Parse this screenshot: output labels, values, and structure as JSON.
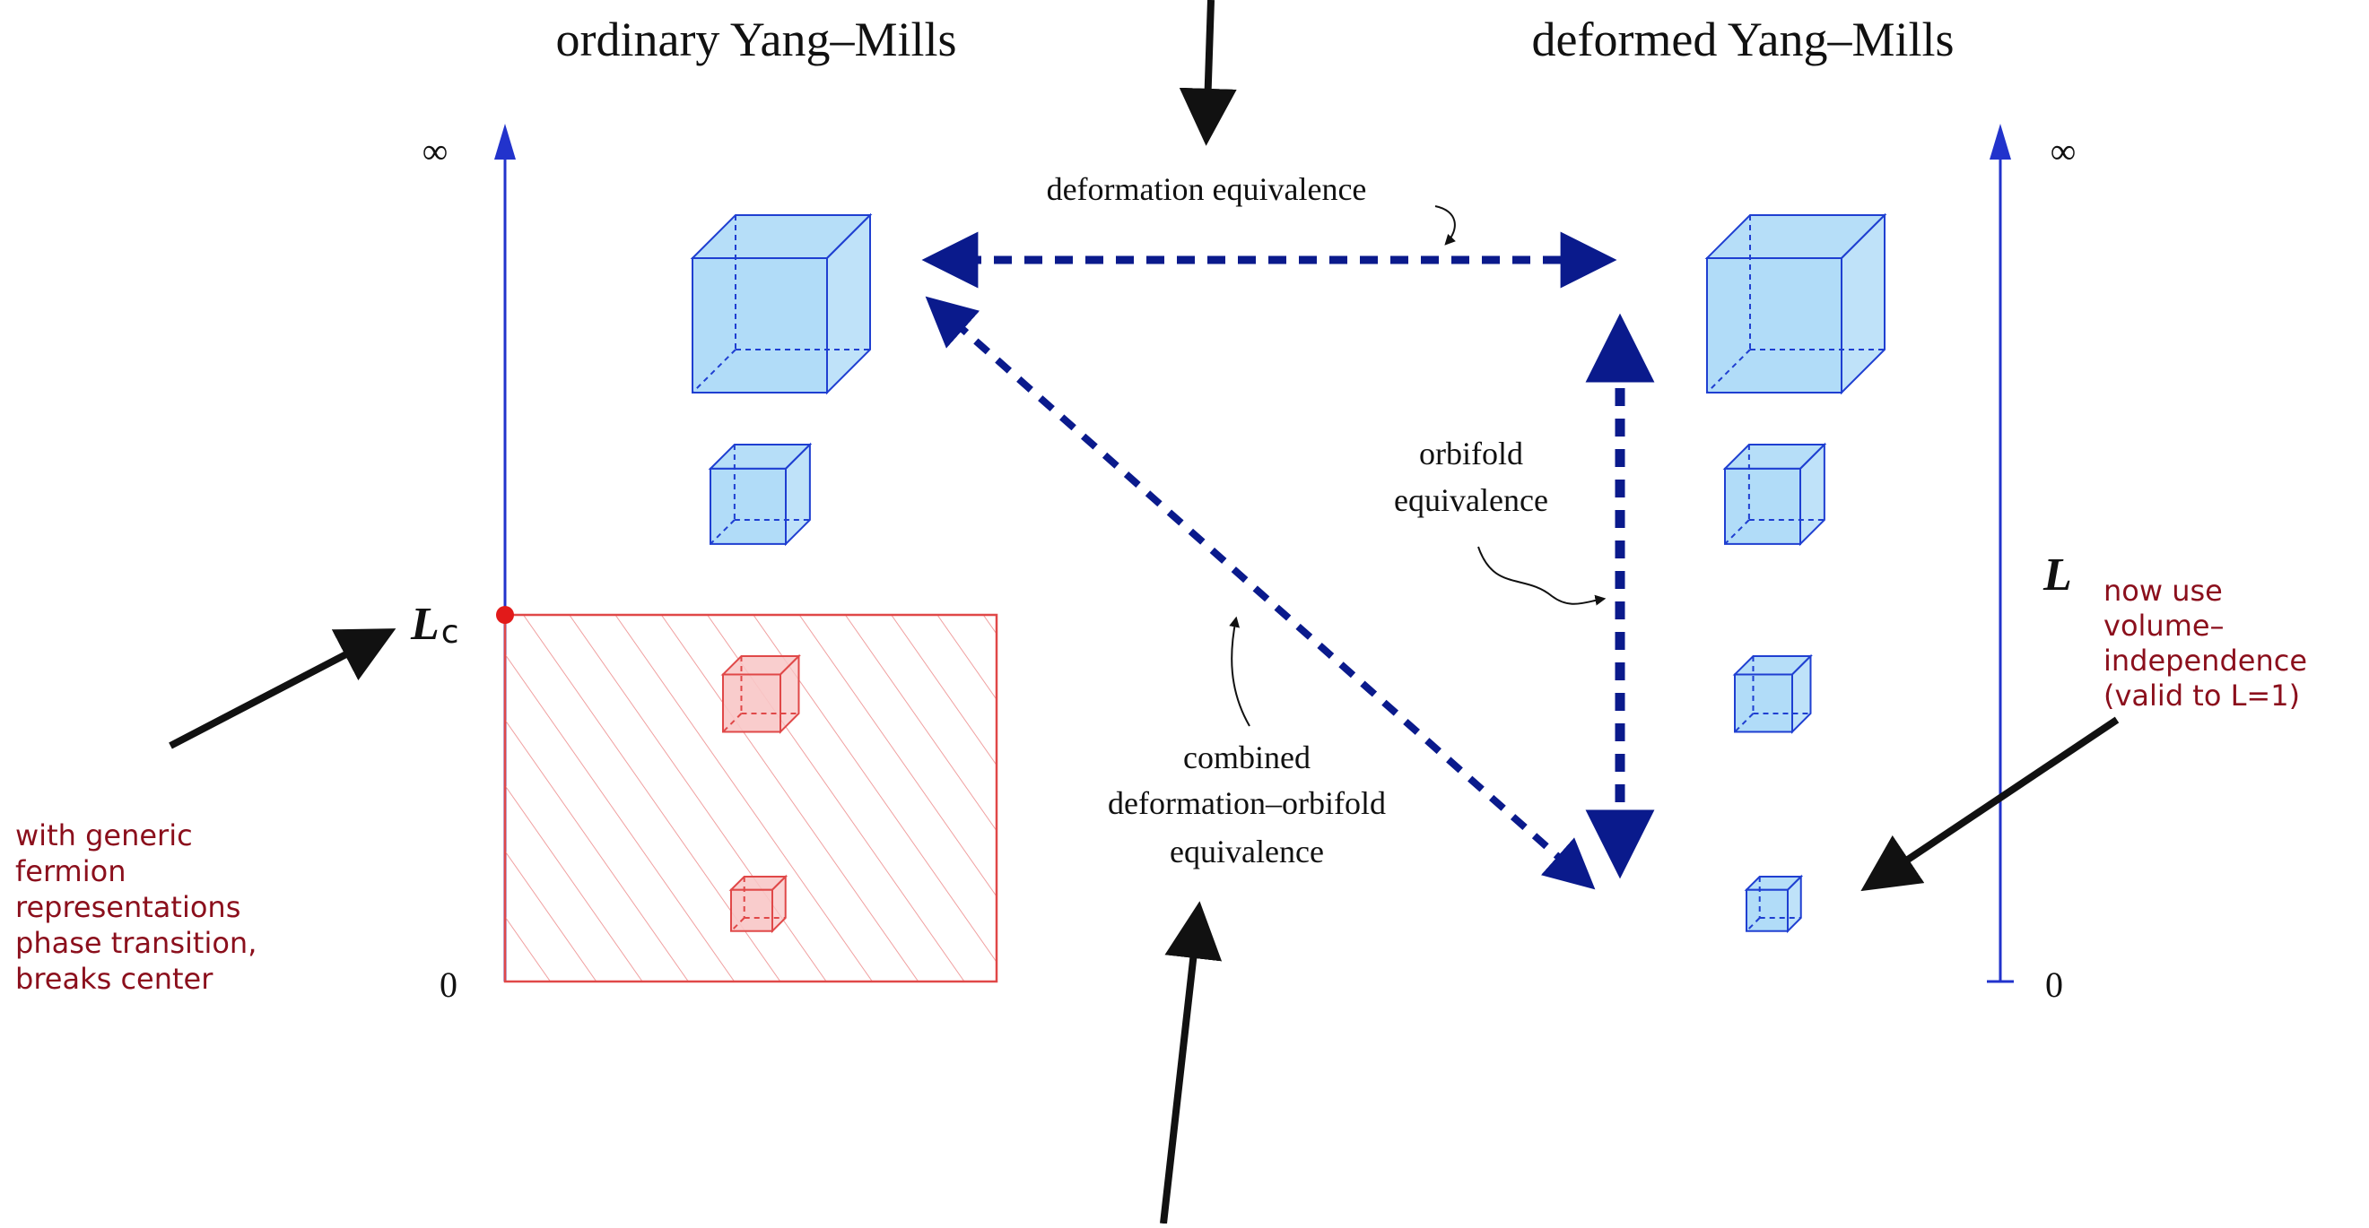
{
  "titles": {
    "left": "ordinary Yang–Mills",
    "right": "deformed Yang–Mills"
  },
  "left_axis": {
    "top_tick": "∞",
    "bottom_tick": "0",
    "critical_label": "L",
    "critical_subscript": "c"
  },
  "right_axis": {
    "top_tick": "∞",
    "bottom_tick": "0",
    "label": "L"
  },
  "equivalences": {
    "deformation": "deformation equivalence",
    "orbifold_line1": "orbifold",
    "orbifold_line2": "equivalence",
    "combined_line1": "combined",
    "combined_line2": "deformation–orbifold",
    "combined_line3": "equivalence"
  },
  "notes": {
    "left": [
      "with generic",
      "fermion",
      "representations",
      "phase transition,",
      "breaks center"
    ],
    "right": [
      "now use",
      "volume–",
      "independence",
      "(valid to L=1)"
    ]
  },
  "colors": {
    "cube_blue_fill": "#a9d8f7",
    "cube_blue_stroke": "#1f3fd1",
    "cube_red_fill": "#f8c6c6",
    "cube_red_stroke": "#e04848",
    "arrow_navy": "#0a1a8c",
    "axis_blue": "#2233cc",
    "note_red": "#8b0f1c",
    "critical_dot": "#e21a1a"
  }
}
